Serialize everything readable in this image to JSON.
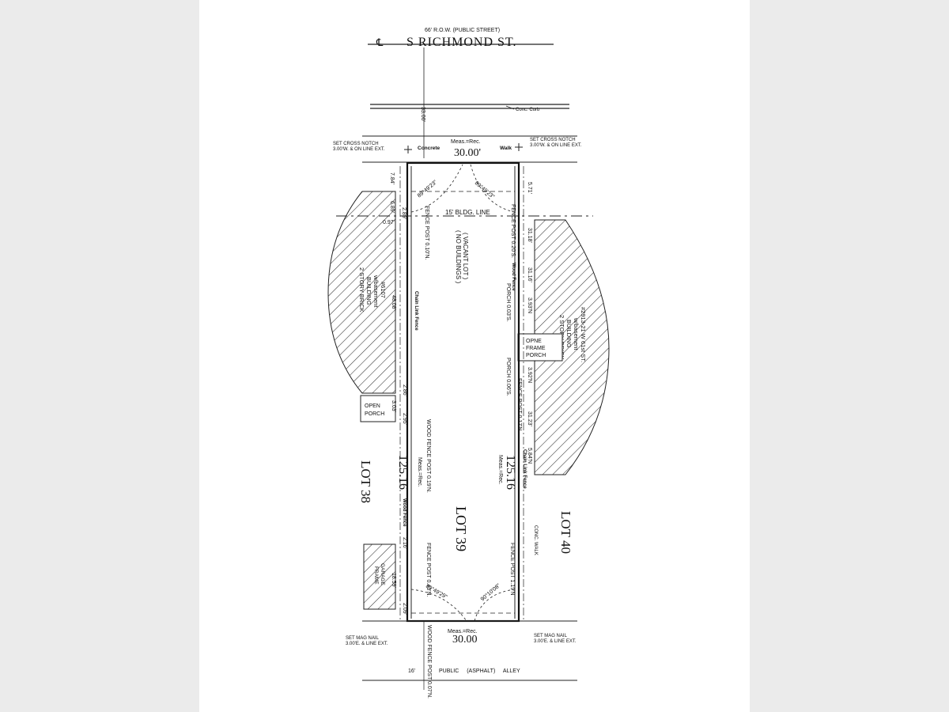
{
  "street": {
    "row_note": "66' R.O.W. (PUBLIC STREET)",
    "symbol": "℄",
    "name": "S RICHMOND ST.",
    "centerline_dim": "33.00'"
  },
  "curb": {
    "label": "Conc. Curb"
  },
  "walk": {
    "concrete": "Concrete",
    "walk": "Walk"
  },
  "front": {
    "meas_rec": "Meas.=Rec.",
    "dimension": "30.00'",
    "cross_notch_left": [
      "SET CROSS NOTCH",
      "3.00'W. & ON LINE EXT."
    ],
    "cross_notch_right": [
      "SET CROSS NOTCH",
      "3.00'W. & ON LINE EXT."
    ],
    "angle_left": "89°49'23\"",
    "angle_right": "89°49'23\""
  },
  "bldg_line": {
    "label": "15' BLDG. LINE"
  },
  "left_dims": [
    "7.84'",
    "6.89'",
    "0.97'",
    "2.89'",
    "48.08'",
    "2.86'",
    "3.03'",
    "2.95'",
    "2.16'",
    "18.59'",
    "2.09'"
  ],
  "right_dims": [
    "5.71'",
    "31.18'",
    "31.16'",
    "3.93'N",
    "3.92'N",
    "31.23'",
    "5.84'N"
  ],
  "lot39": {
    "name": "LOT 39",
    "vacant": [
      "( VACANT LOT )",
      "( NO BUILDINGS )"
    ],
    "fence_notes": [
      "FENCE POST 0.10'N.",
      "FENCE POST 0.20'S.",
      "PORCH 0.03'S.",
      "PORCH 0.06'S.",
      "FENCE POST 0.17'N.",
      "WOOD FENCE POST 0.19'N.",
      "FENCE POST 0.43'N.",
      "FENCE POST 1.19'N"
    ],
    "side_left": {
      "dimension": "125.16",
      "note": "Meas.=Rec."
    },
    "side_right": {
      "dimension": "125.16",
      "note": "Meas.=Rec."
    },
    "fence_left_top": "Chain Link Fence",
    "fence_right_top": "Wood Fence",
    "fence_left_bottom": "Wood Fence",
    "fence_right_bottom": "Chain Link Fence",
    "conc_walk": "CONC. WALK"
  },
  "lot38": {
    "name": "LOT 38",
    "building": [
      "2 STORY BRICK",
      "BUILDING",
      "w/basement",
      "#6107"
    ],
    "porch": [
      "OPEN",
      "PORCH"
    ],
    "garage": [
      "FRAME",
      "GARAGE"
    ]
  },
  "lot40": {
    "name": "LOT 40",
    "building": [
      "2 STORY BRICK",
      "BUILDING",
      "w/basement",
      "#2913-21 W 61st ST."
    ],
    "porch": [
      "OPNE",
      "FRAME",
      "PORCH"
    ]
  },
  "rear": {
    "meas_rec": "Meas.=Rec.",
    "dimension": "30.00",
    "mag_nail_left": [
      "SET MAG NAIL",
      "3.00'E. & LINE EXT."
    ],
    "mag_nail_right": [
      "SET MAG NAIL",
      "3.00'E. & LINE EXT."
    ],
    "angle_left": "89°49'29\"",
    "angle_right": "90°10'08\""
  },
  "alley": {
    "width": "16'",
    "label": "PUBLIC (ASPHALT) ALLEY",
    "fence_note": "WOOD FENCE POST 0.07'N."
  }
}
